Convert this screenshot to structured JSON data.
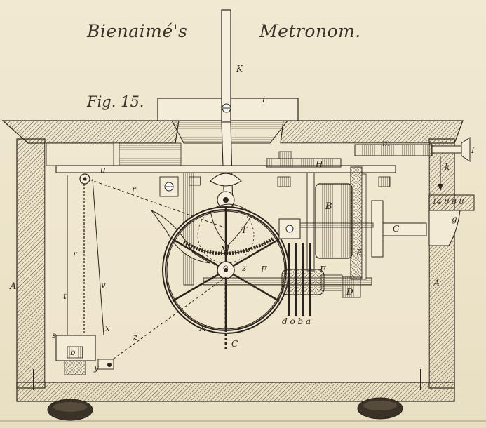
{
  "title": {
    "left": "Bienaimé's",
    "right": "Metronom."
  },
  "figure": "Fig. 15.",
  "labels": {
    "K": "K",
    "i": "i",
    "m": "m",
    "I": "I",
    "k": "k",
    "H": "H",
    "B": "B",
    "G": "G",
    "g": "g",
    "u": "u",
    "r_top": "r",
    "T": "T",
    "M": "M",
    "E": "E",
    "F_left": "F",
    "F_right": "F",
    "o": "o",
    "z_small": "z",
    "D": "D",
    "A_left": "A",
    "A_right": "A",
    "r_mid": "r",
    "t": "t",
    "v": "v",
    "x": "x",
    "N": "N",
    "s": "s",
    "b": "b",
    "z": "z",
    "y": "y",
    "C": "C",
    "doba": "d o b a",
    "scale": "14 8 8 8"
  },
  "colors": {
    "ink": "#2b241c",
    "paper": "#efe7cf",
    "hatch": "#6b6254"
  }
}
